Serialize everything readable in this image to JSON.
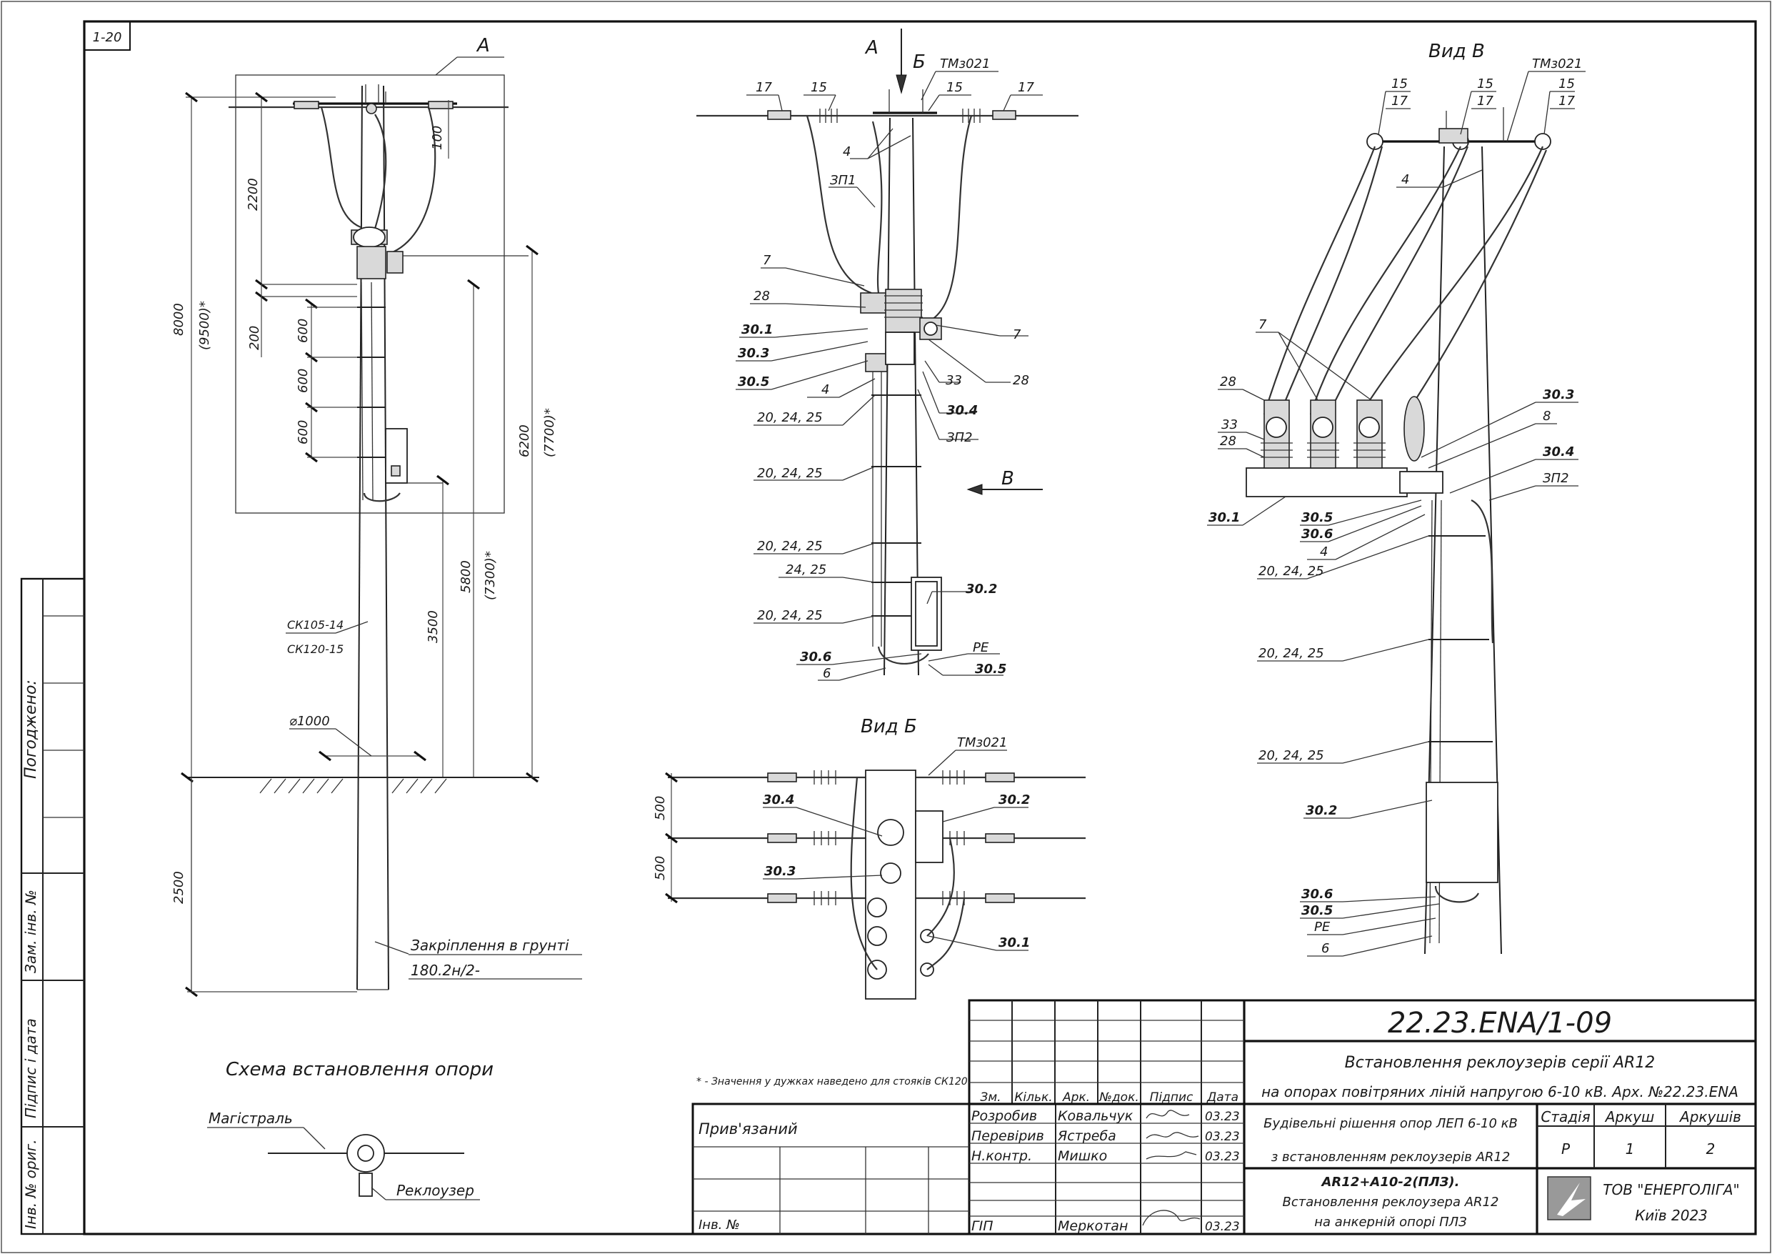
{
  "sheet": {
    "corner_tag": "1-20",
    "side_stamp": {
      "agreed": "Погоджено:",
      "replaced_inv": "Зам. інв. №",
      "sign_date": "Підпис і дата",
      "orig_inv": "Інв. № ориг."
    }
  },
  "left_view": {
    "view_label": "А",
    "dims": {
      "total_height": "8000",
      "total_height_alt": "(9500)*",
      "top_span": "2200",
      "offset_100": "100",
      "offset_200": "200",
      "step_1": "600",
      "step_2": "600",
      "step_3": "600",
      "recloser_height": "6200",
      "recloser_height_alt": "(7700)*",
      "cabinet_height": "5800",
      "cabinet_height_alt": "(7300)*",
      "ground_3500": "3500",
      "underground": "2500",
      "diameter": "⌀1000"
    },
    "pole_type_1": "СК105-14",
    "pole_type_2": "СК120-15",
    "ground_fix_label": "Закріплення в грунті",
    "ground_fix_code": "180.2н/2-"
  },
  "scheme": {
    "title": "Схема встановлення опори",
    "main_line": "Магістраль",
    "recloser": "Реклоузер"
  },
  "center_view": {
    "view_a": "А",
    "view_b_arrow": "Б",
    "view_v_arrow": "В",
    "labels": {
      "tmz": "ТМз021",
      "l15a": "15",
      "l15b": "15",
      "l17a": "17",
      "l17b": "17",
      "l4": "4",
      "zp1": "ЗП1",
      "l7a": "7",
      "l7b": "7",
      "l28a": "28",
      "l28b": "28",
      "l30_1": "30.1",
      "l30_3": "30.3",
      "l30_5a": "30.5",
      "l4b": "4",
      "l33": "33",
      "l30_4": "30.4",
      "zp2": "ЗП2",
      "rung1": "20, 24, 25",
      "rung2": "20, 24, 25",
      "rung3": "20, 24, 25",
      "rung4": "24, 25",
      "rung5": "20, 24, 25",
      "l30_2": "30.2",
      "l30_6": "30.6",
      "l6": "6",
      "pe": "PE",
      "l30_5b": "30.5"
    }
  },
  "view_b": {
    "title": "Вид Б",
    "tmz": "ТМз021",
    "dim1": "500",
    "dim2": "500",
    "l30_4": "30.4",
    "l30_2": "30.2",
    "l30_3": "30.3",
    "l30_1": "30.1"
  },
  "view_v": {
    "title": "Вид В",
    "tmz": "ТМз021",
    "l15a": "15",
    "l15b": "15",
    "l15c": "15",
    "l17a": "17",
    "l17b": "17",
    "l17c": "17",
    "l4": "4",
    "l7": "7",
    "l28a": "28",
    "l28b": "28",
    "l33": "33",
    "l30_3": "30.3",
    "l8": "8",
    "l30_4": "30.4",
    "zp2": "ЗП2",
    "l30_1": "30.1",
    "l30_5": "30.5",
    "l30_6": "30.6",
    "l4b": "4",
    "rung1": "20, 24, 25",
    "rung2": "20, 24, 25",
    "rung3": "20, 24, 25",
    "l30_2": "30.2",
    "l30_6b": "30.6",
    "l30_5b": "30.5",
    "pe": "PE",
    "l6": "6"
  },
  "footnote": "* - Значення у дужках наведено для стояків СК120",
  "title_block": {
    "doc_code": "22.23.ENA/1-09",
    "title_line1": "Встановлення реклоузерів серії AR12",
    "title_line2": "на опорах повітряних ліній напругою 6-10 кВ. Арх. №22.23.ENA",
    "section_line1": "Будівельні рішення опор ЛЕП 6-10 кВ",
    "section_line2": "з встановленням реклоузерів AR12",
    "drawing_line1": "AR12+A10-2(ПЛЗ).",
    "drawing_line2": "Встановлення реклоузера AR12",
    "drawing_line3": "на анкерній опорі ПЛЗ",
    "stage_head": "Стадія",
    "sheet_head": "Аркуш",
    "sheets_head": "Аркушів",
    "stage": "Р",
    "sheet_no": "1",
    "sheets_total": "2",
    "org_name": "ТОВ \"ЕНЕРГОЛІГА\"",
    "org_city": "Київ 2023",
    "col_headers": [
      "Зм.",
      "Кільк.",
      "Арк.",
      "№док.",
      "Підпис",
      "Дата"
    ],
    "staff": [
      {
        "role": "Розробив",
        "name": "Ковальчук",
        "date": "03.23"
      },
      {
        "role": "Перевірив",
        "name": "Ястреба",
        "date": "03.23"
      },
      {
        "role": "Н.контр.",
        "name": "Мишко",
        "date": "03.23"
      },
      {
        "role": "ГІП",
        "name": "Меркотан",
        "date": "03.23"
      }
    ],
    "bound_label": "Прив'язаний",
    "inv_label": "Інв. №"
  }
}
